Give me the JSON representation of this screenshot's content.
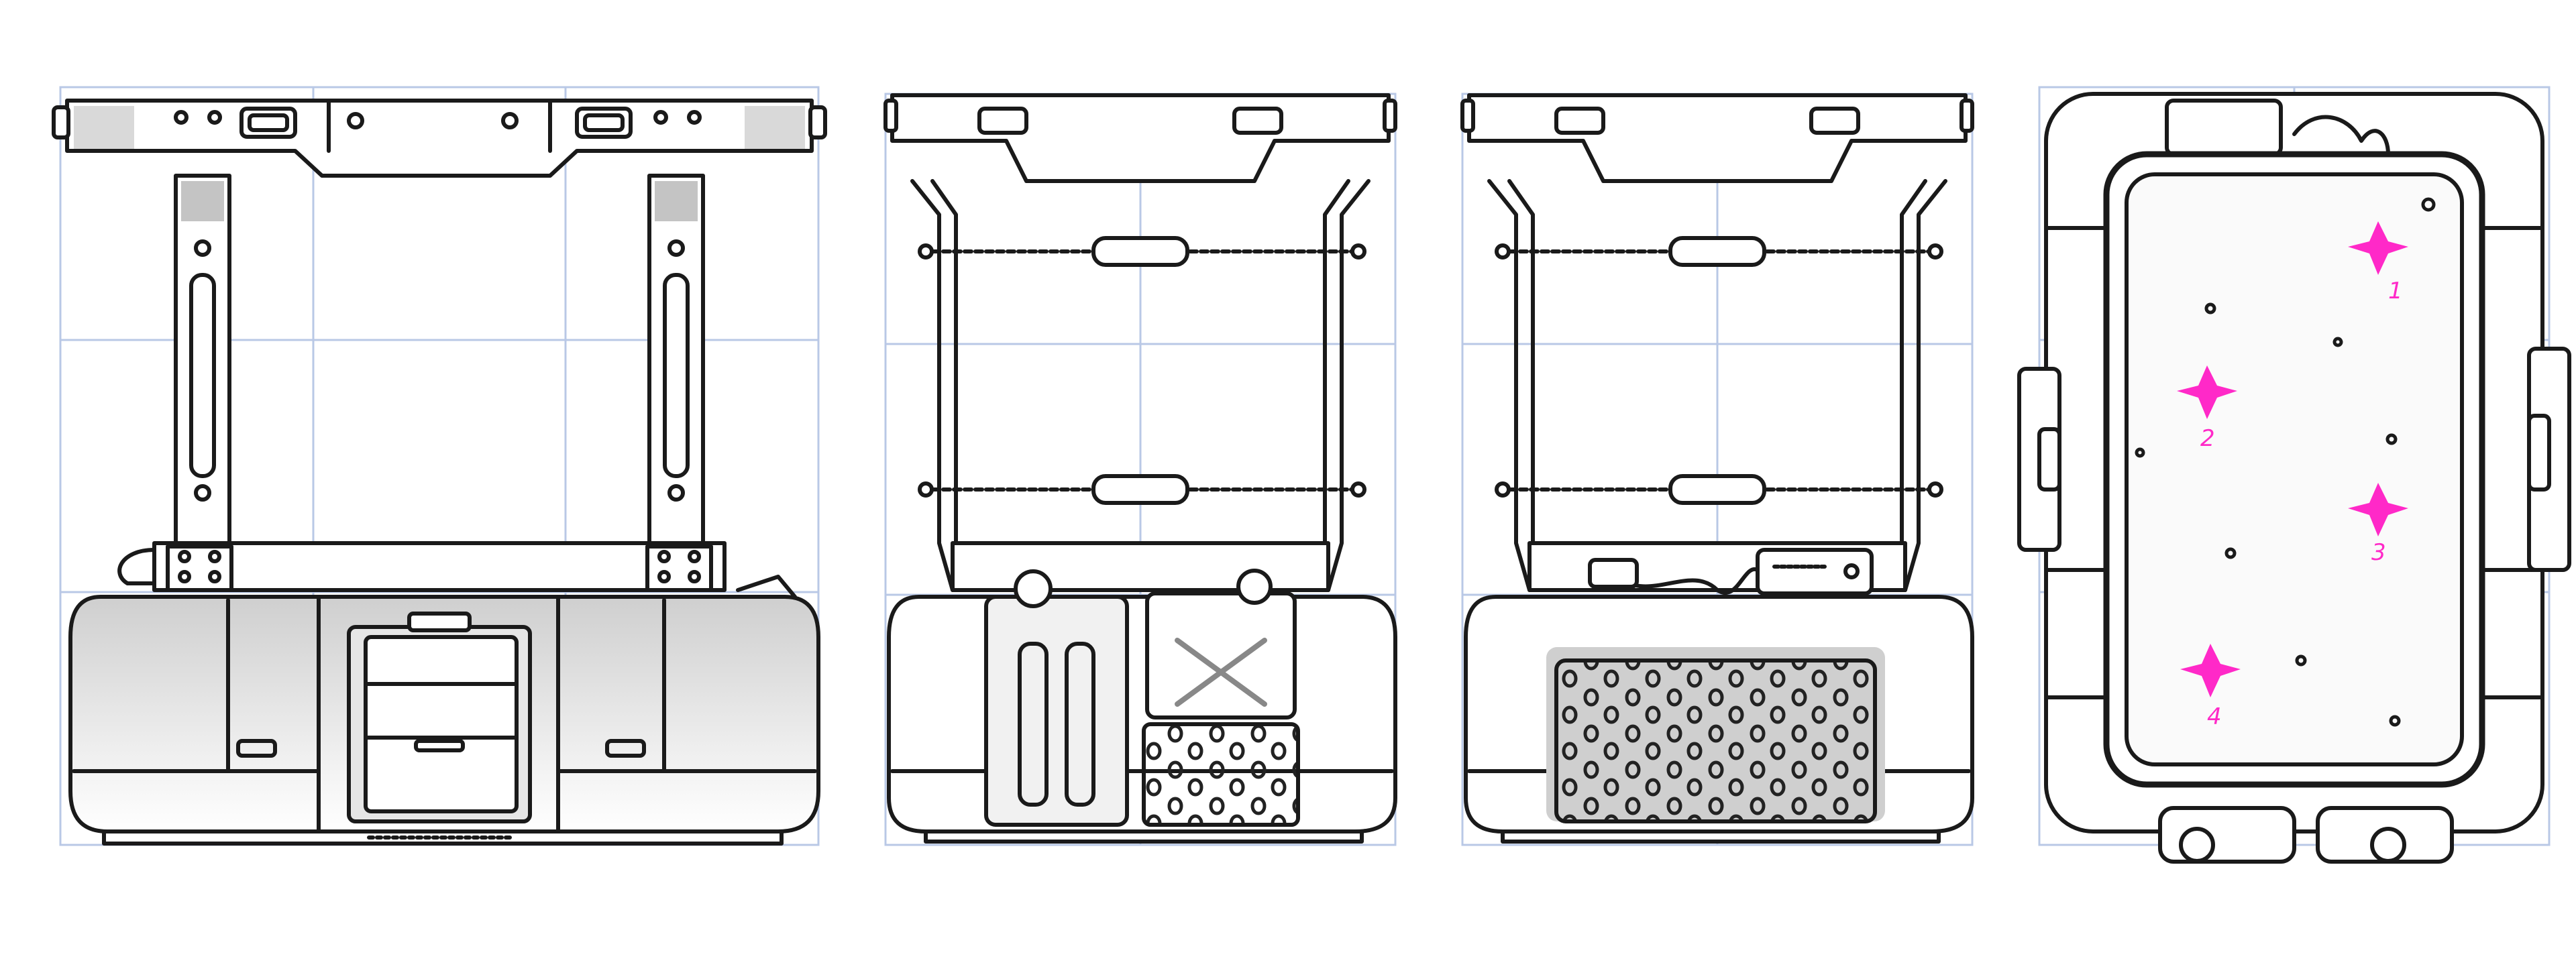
{
  "sheet": {
    "views": [
      {
        "id": "front-view"
      },
      {
        "id": "side-view-a"
      },
      {
        "id": "side-view-b"
      },
      {
        "id": "top-view"
      }
    ]
  },
  "colors": {
    "grid": "#b9c8e6",
    "ink": "#1a1a1a",
    "shade": "#9a9a9a",
    "marker": "#ff29c8",
    "paper": "#ffffff"
  },
  "markers": [
    {
      "label": "1"
    },
    {
      "label": "2"
    },
    {
      "label": "3"
    },
    {
      "label": "4"
    }
  ]
}
